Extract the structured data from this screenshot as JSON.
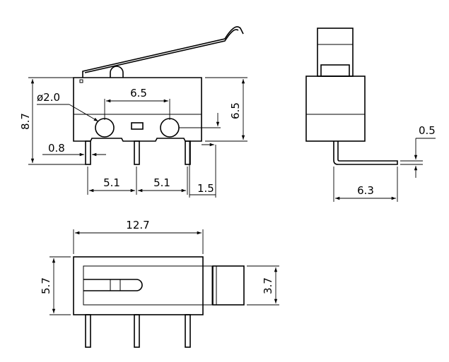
{
  "front_view": {
    "dim_diameter": "ø2.0",
    "dim_hole_spacing": "6.5",
    "dim_height_total": "8.7",
    "dim_body_height": "6.5",
    "dim_terminal_width": "0.8",
    "dim_pitch_left": "5.1",
    "dim_pitch_right": "5.1",
    "dim_offset": "1.5"
  },
  "side_view": {
    "dim_thickness": "0.5",
    "dim_width": "6.3"
  },
  "bottom_view": {
    "dim_length": "12.7",
    "dim_height": "5.7",
    "dim_button": "3.7"
  }
}
